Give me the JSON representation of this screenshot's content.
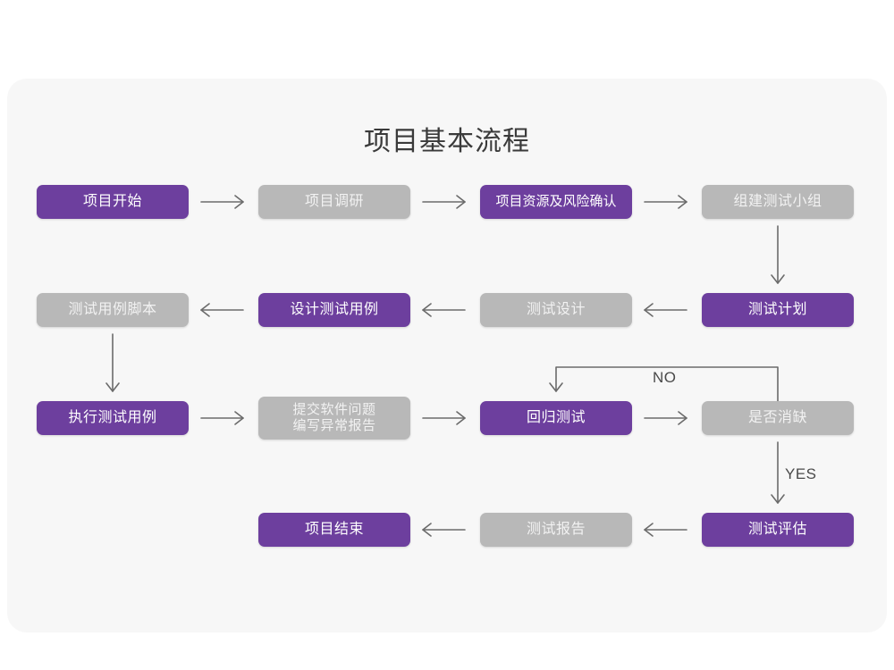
{
  "page": {
    "title": "项目基本流程",
    "background": "#ffffff",
    "card_background": "#f7f7f7"
  },
  "palette": {
    "purple": "#6d3f9e",
    "gray": "#b8b8b8",
    "text_on_node": "#ffffff",
    "connector": "#6b6b6b",
    "title_text": "#3a3a3a"
  },
  "chart_data": {
    "type": "diagram",
    "title": "项目基本流程",
    "nodes": [
      {
        "id": "start",
        "label": "项目开始",
        "style": "purple",
        "row": 1,
        "col": 1
      },
      {
        "id": "research",
        "label": "项目调研",
        "style": "gray",
        "row": 1,
        "col": 2
      },
      {
        "id": "resource",
        "label": "项目资源及风险确认",
        "style": "purple",
        "row": 1,
        "col": 3
      },
      {
        "id": "team",
        "label": "组建测试小组",
        "style": "gray",
        "row": 1,
        "col": 4
      },
      {
        "id": "script",
        "label": "测试用例脚本",
        "style": "gray",
        "row": 2,
        "col": 1
      },
      {
        "id": "design_tc",
        "label": "设计测试用例",
        "style": "purple",
        "row": 2,
        "col": 2
      },
      {
        "id": "test_des",
        "label": "测试设计",
        "style": "gray",
        "row": 2,
        "col": 3
      },
      {
        "id": "test_plan",
        "label": "测试计划",
        "style": "purple",
        "row": 2,
        "col": 4
      },
      {
        "id": "exec",
        "label": "执行测试用例",
        "style": "purple",
        "row": 3,
        "col": 1
      },
      {
        "id": "submit",
        "label": "提交软件问题\n编写异常报告",
        "style": "gray",
        "row": 3,
        "col": 2
      },
      {
        "id": "regress",
        "label": "回归测试",
        "style": "purple",
        "row": 3,
        "col": 3
      },
      {
        "id": "defect",
        "label": "是否消缺",
        "style": "gray",
        "row": 3,
        "col": 4
      },
      {
        "id": "end",
        "label": "项目结束",
        "style": "purple",
        "row": 4,
        "col": 2
      },
      {
        "id": "report",
        "label": "测试报告",
        "style": "gray",
        "row": 4,
        "col": 3
      },
      {
        "id": "eval",
        "label": "测试评估",
        "style": "purple",
        "row": 4,
        "col": 4
      }
    ],
    "edges": [
      {
        "from": "start",
        "to": "research",
        "dir": "right",
        "label": ""
      },
      {
        "from": "research",
        "to": "resource",
        "dir": "right",
        "label": ""
      },
      {
        "from": "resource",
        "to": "team",
        "dir": "right",
        "label": ""
      },
      {
        "from": "team",
        "to": "test_plan",
        "dir": "down",
        "label": ""
      },
      {
        "from": "test_plan",
        "to": "test_des",
        "dir": "left",
        "label": ""
      },
      {
        "from": "test_des",
        "to": "design_tc",
        "dir": "left",
        "label": ""
      },
      {
        "from": "design_tc",
        "to": "script",
        "dir": "left",
        "label": ""
      },
      {
        "from": "script",
        "to": "exec",
        "dir": "down",
        "label": ""
      },
      {
        "from": "exec",
        "to": "submit",
        "dir": "right",
        "label": ""
      },
      {
        "from": "submit",
        "to": "regress",
        "dir": "right",
        "label": ""
      },
      {
        "from": "regress",
        "to": "defect",
        "dir": "right",
        "label": ""
      },
      {
        "from": "defect",
        "to": "regress",
        "dir": "loop-up-left",
        "label": "NO"
      },
      {
        "from": "defect",
        "to": "eval",
        "dir": "down",
        "label": "YES"
      },
      {
        "from": "eval",
        "to": "report",
        "dir": "left",
        "label": ""
      },
      {
        "from": "report",
        "to": "end",
        "dir": "left",
        "label": ""
      }
    ],
    "branch_labels": {
      "no": "NO",
      "yes": "YES"
    }
  }
}
